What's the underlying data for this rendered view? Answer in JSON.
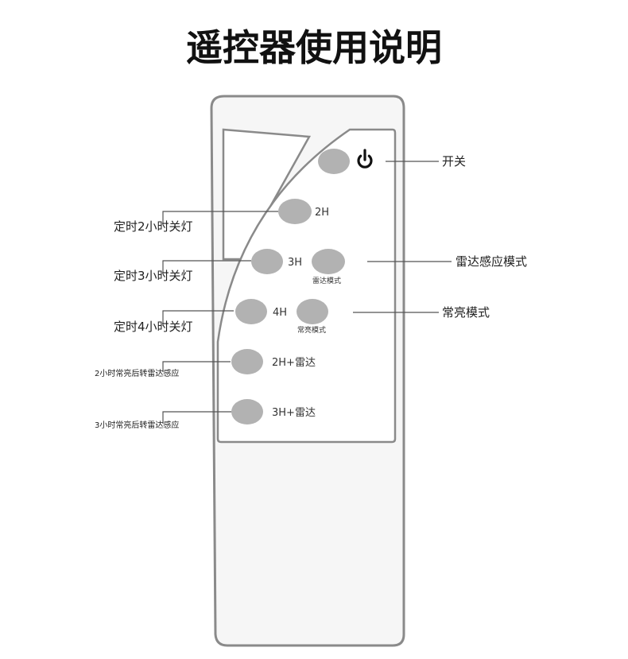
{
  "title": "遥控器使用说明",
  "remote": {
    "power_icon": "power-icon",
    "buttons": {
      "power": "",
      "h2": "2H",
      "h3": "3H",
      "h4": "4H",
      "radar_mode": "雷达模式",
      "steady_mode": "常亮模式",
      "h2_radar": "2H+雷达",
      "h3_radar": "3H+雷达"
    }
  },
  "callouts": {
    "power": "开关",
    "radar_mode": "雷达感应模式",
    "steady_mode": "常亮模式",
    "timer_2h": "定时2小时关灯",
    "timer_3h": "定时3小时关灯",
    "timer_4h": "定时4小时关灯",
    "steady_2h_radar": "2小时常亮后转雷达感应",
    "steady_3h_radar": "3小时常亮后转雷达感应"
  },
  "colors": {
    "button": "#b2b2b2",
    "body_fill": "#f6f6f6",
    "outline": "#8a8a8a",
    "line": "#555555"
  }
}
